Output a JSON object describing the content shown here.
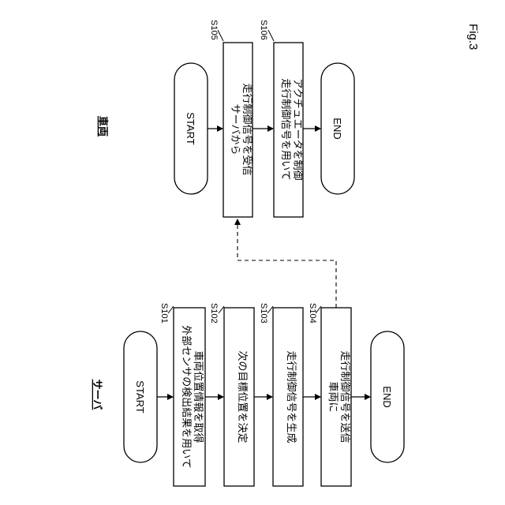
{
  "figure_label": "Fig.3",
  "sections": {
    "server": "サーバ",
    "vehicle": "車両"
  },
  "server_flow": {
    "start": "START",
    "end": "END",
    "steps": [
      {
        "id": "S101",
        "lines": [
          "外部センサの検出結果を用いて",
          "車両位置情報を取得"
        ]
      },
      {
        "id": "S102",
        "lines": [
          "次の目標位置を決定"
        ]
      },
      {
        "id": "S103",
        "lines": [
          "走行制御信号を生成"
        ]
      },
      {
        "id": "S104",
        "lines": [
          "車両に",
          "走行制御信号を送信"
        ]
      }
    ]
  },
  "vehicle_flow": {
    "start": "START",
    "end": "END",
    "steps": [
      {
        "id": "S105",
        "lines": [
          "サーバから",
          "走行制御信号を受信"
        ]
      },
      {
        "id": "S106",
        "lines": [
          "走行制御信号を用いて",
          "アクチュエータを制御"
        ]
      }
    ]
  }
}
